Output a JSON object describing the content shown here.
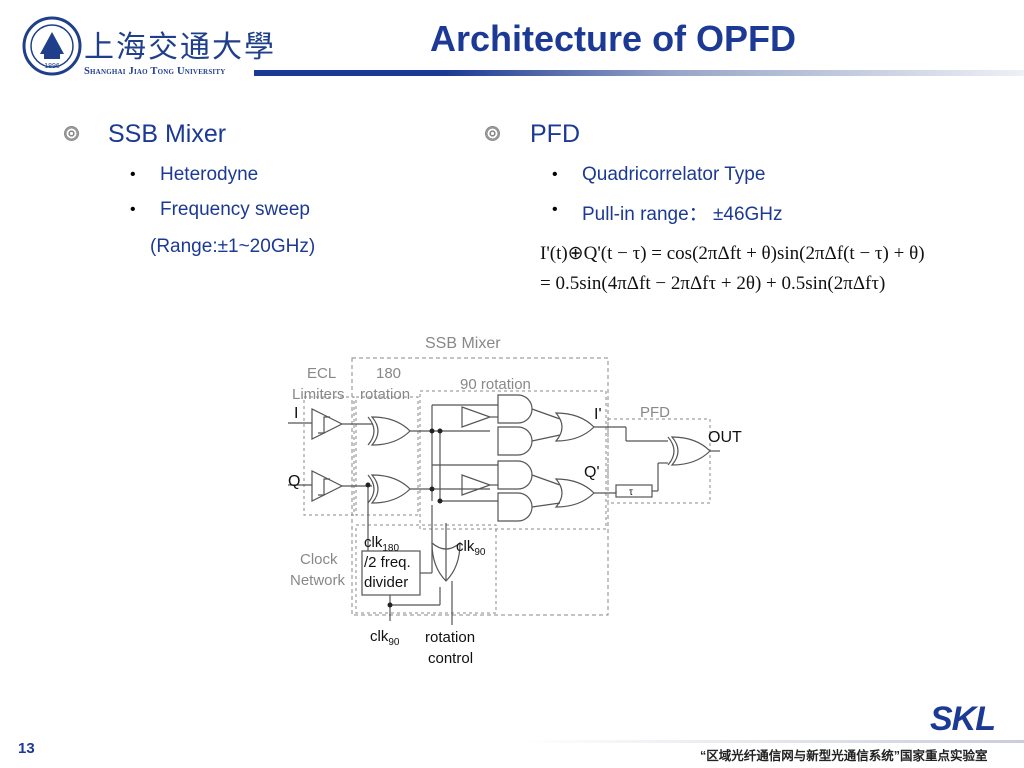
{
  "header": {
    "logo_cn": "上海交通大學",
    "logo_en": "Shanghai Jiao Tong University",
    "logo_seal_text": "1896",
    "title": "Architecture of OPFD"
  },
  "left_column": {
    "heading": "SSB Mixer",
    "items": [
      "Heterodyne",
      "Frequency sweep"
    ],
    "range_text": "(Range:±1~20GHz)"
  },
  "right_column": {
    "heading": "PFD",
    "items": [
      "Quadricorrelator Type",
      "Pull-in range： ±46GHz"
    ],
    "equation_line1": "I'(t)⊕Q'(t − τ) = cos(2πΔft + θ)sin(2πΔf(t − τ) + θ)",
    "equation_line2": "= 0.5sin(4πΔft − 2πΔfτ + 2θ) + 0.5sin(2πΔfτ)"
  },
  "diagram": {
    "title": "SSB Mixer",
    "ecl_label_1": "ECL",
    "ecl_label_2": "Limiters",
    "rot180_label_1": "180",
    "rot180_label_2": "rotation",
    "rot90_label": "90 rotation",
    "pfd_label": "PFD",
    "in_i": "I",
    "in_q": "Q",
    "i_prime": "I'",
    "q_prime": "Q'",
    "out": "OUT",
    "tau": "τ",
    "clock_1": "Clock",
    "clock_2": "Network",
    "clk180_main": "clk",
    "clk180_sub": "180",
    "divider_1": "/2 freq.",
    "divider_2": "divider",
    "clk90_top_main": "clk",
    "clk90_top_sub": "90",
    "clk90_bottom_main": "clk",
    "clk90_bottom_sub": "90",
    "rotation_1": "rotation",
    "rotation_2": "control"
  },
  "footer": {
    "page_number": "13",
    "org_text": "“区域光纤通信网与新型光通信系统”国家重点实验室",
    "logo_text": "SKL"
  },
  "colors": {
    "accent": "#1c3a95",
    "diagram_gray": "#888888"
  }
}
